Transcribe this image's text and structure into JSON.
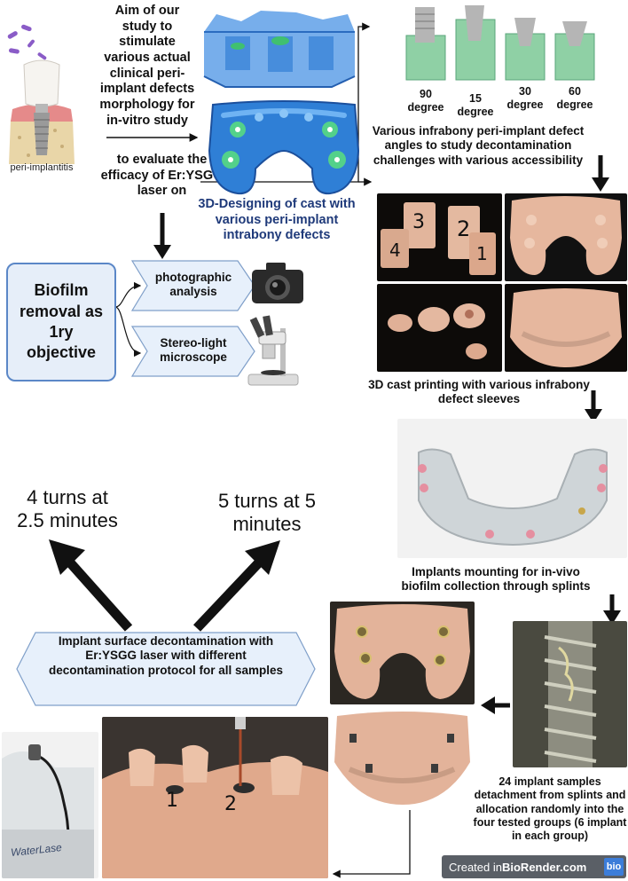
{
  "left_illustration": {
    "caption": "peri-implantitis"
  },
  "aim_text": "Aim of our study to stimulate various actual clinical peri-implant defects morphology for in-vitro study",
  "evaluate_text": "to evaluate the efficacy of Er:YSGG laser on",
  "design_caption": "3D-Designing of cast with various peri-implant intrabony defects",
  "angles": [
    {
      "value": "90",
      "unit": "degree"
    },
    {
      "value": "15",
      "unit": "degree"
    },
    {
      "value": "30",
      "unit": "degree"
    },
    {
      "value": "60",
      "unit": "degree"
    }
  ],
  "angles_caption": "Various infrabony  peri-implant defect angles to study decontamination challenges with various accessibility",
  "objective_box": "Biofilm removal as 1ry objective",
  "methods": [
    "photographic analysis",
    "Stereo-light microscope"
  ],
  "printing_caption": "3D cast printing with various infrabony defect sleeves",
  "splint_caption": "Implants mounting for in-vivo biofilm collection through splints",
  "detachment_caption": "24 implant  samples detachment from splints and allocation randomly into the four tested groups (6 implant in each group)",
  "protocols": [
    "4 turns at 2.5 minutes",
    "5 turns at 5 minutes"
  ],
  "decontamination_box": "Implant surface decontamination with Er:YSGG laser with different decontamination protocol for all samples",
  "photo_labels": {
    "sleeve_numbers": [
      "4",
      "3",
      "2",
      "1"
    ],
    "cast_marks": [
      "1",
      "2"
    ],
    "device_brand": "WaterLase"
  },
  "watermark": {
    "text_prefix": "Created in ",
    "text_brand": "BioRender.com",
    "badge": "bio"
  },
  "colors": {
    "accent_blue": "#1f3a7a",
    "box_fill": "#e6eef9",
    "box_border": "#5b87c7",
    "chevron_fill": "#e7f0fb",
    "cast_pink": "#e3b39a",
    "model_blue": "#2f7fd6",
    "green_sleeve": "#8fd0a5"
  }
}
